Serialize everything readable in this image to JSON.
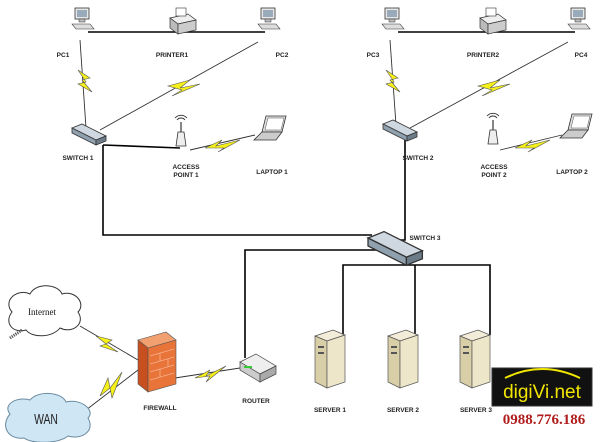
{
  "nodes": {
    "pc1": "PC1",
    "printer1": "PRINTER1",
    "pc2": "PC2",
    "switch1": "SWITCH 1",
    "ap1_line1": "ACCESS",
    "ap1_line2": "POINT 1",
    "laptop1": "LAPTOP 1",
    "pc3": "PC3",
    "printer2": "PRINTER2",
    "pc4": "PC4",
    "switch2": "SWITCH 2",
    "ap2_line1": "ACCESS",
    "ap2_line2": "POINT 2",
    "laptop2": "LAPTOP 2",
    "switch3": "SWITCH 3",
    "internet": "Internet",
    "wan": "WAN",
    "firewall": "FIREWALL",
    "router": "ROUTER",
    "server1": "SERVER 1",
    "server2": "SERVER 2",
    "server3": "SERVER 3"
  },
  "logo": {
    "text": "digiVi.net",
    "phone": "0988.776.186",
    "phone_color": "#b01c1c",
    "logo_color": "#f2e600"
  },
  "colors": {
    "bolt": "#f5f01a",
    "firewall": "#e8743a",
    "wan_cloud": "#cfe6f5"
  }
}
